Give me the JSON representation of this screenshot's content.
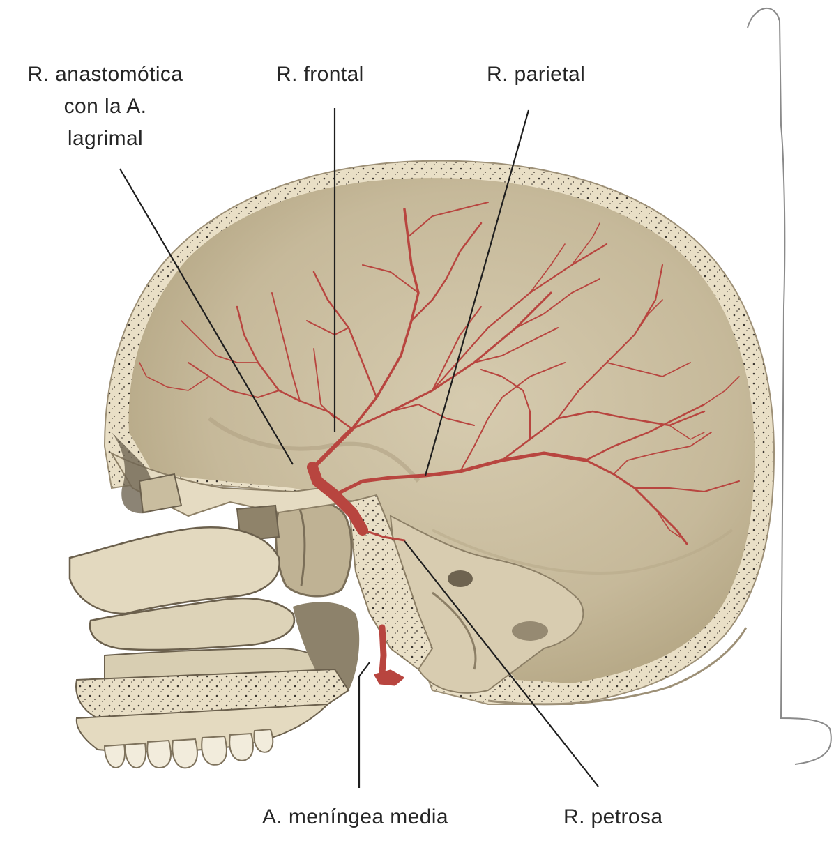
{
  "labels": {
    "anastomotica": [
      "R. anastomótica",
      "con la A.",
      "lagrimal"
    ],
    "frontal": "R. frontal",
    "parietal": "R. parietal",
    "meningea_media": "A. meníngea media",
    "petrosa": "R. petrosa"
  },
  "colors": {
    "background": "#ffffff",
    "bone_outer": "#ece3cd",
    "bone_inner": "#cfc3a4",
    "vault_interior": "#c9bd9f",
    "artery": "#b8453f",
    "leader_line": "#1e1e1e",
    "label_text": "#262626"
  }
}
